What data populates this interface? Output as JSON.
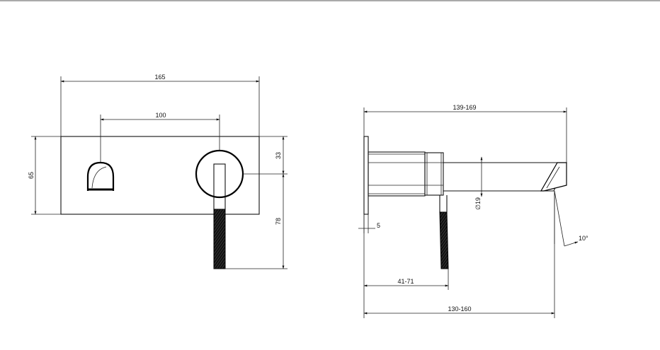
{
  "front_view": {
    "dim_width": "165",
    "dim_spacing": "100",
    "dim_height": "65",
    "dim_handle_offset": "33",
    "dim_lever_length": "78"
  },
  "side_view": {
    "dim_total": "139-169",
    "dim_plate": "5",
    "dim_diameter": "∅19",
    "dim_handle_depth": "41-71",
    "dim_spout_reach": "130-160",
    "dim_angle": "10°"
  },
  "colors": {
    "line": "#111111",
    "background": "#ffffff"
  }
}
